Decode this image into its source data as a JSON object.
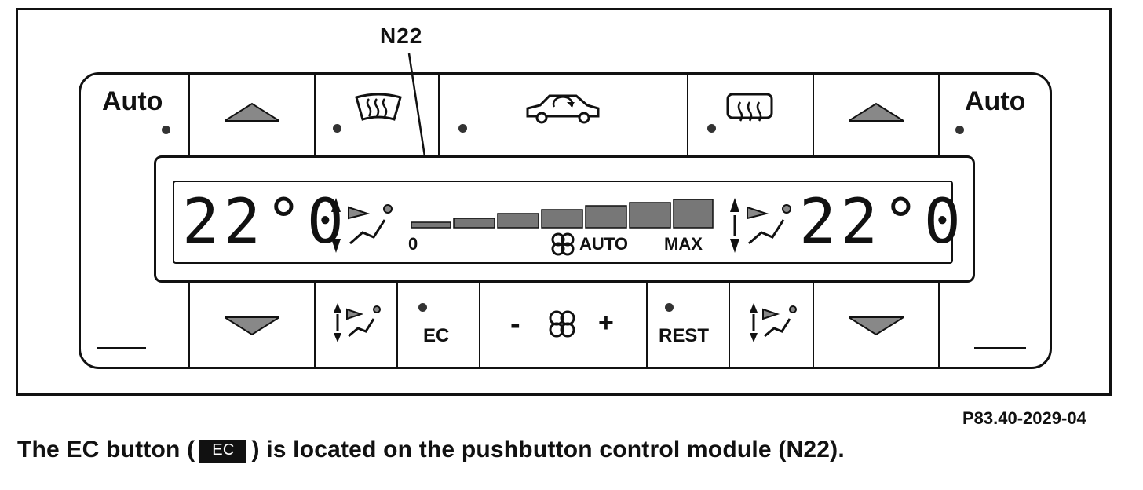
{
  "callout": {
    "label": "N22"
  },
  "top_row": {
    "left_auto": "Auto",
    "right_auto": "Auto"
  },
  "display": {
    "left_temp": "22°0",
    "right_temp": "22°0",
    "scale_min": "0",
    "scale_auto": "AUTO",
    "scale_max": "MAX"
  },
  "bottom_row": {
    "ec": "EC",
    "fan_minus": "-",
    "fan_plus": "+",
    "rest": "REST"
  },
  "reference": "P83.40-2029-04",
  "caption": {
    "before": "The EC button (",
    "chip": "EC",
    "after": ") is located on the pushbutton control module (N22)."
  }
}
